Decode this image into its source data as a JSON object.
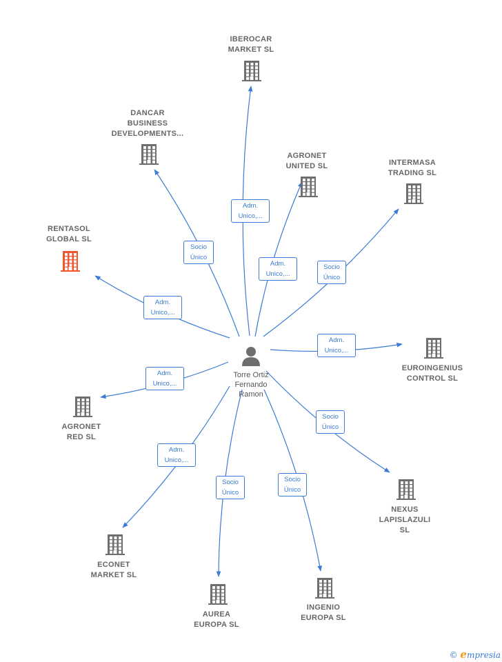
{
  "colors": {
    "edge": "#3a7bd5",
    "building": "#6e6e6e",
    "building_highlight": "#f0552b",
    "label": "#666666"
  },
  "center": {
    "name_lines": [
      "Torre Ortiz",
      "Fernando",
      "Ramon"
    ],
    "icon": "person-icon"
  },
  "companies": [
    {
      "id": "iberocar",
      "lines": [
        "IBEROCAR",
        "MARKET  SL"
      ],
      "highlight": false
    },
    {
      "id": "dancar",
      "lines": [
        "DANCAR",
        "BUSINESS",
        "DEVELOPMENTS..."
      ],
      "highlight": false
    },
    {
      "id": "agronet-united",
      "lines": [
        "AGRONET",
        "UNITED  SL"
      ],
      "highlight": false
    },
    {
      "id": "intermasa",
      "lines": [
        "INTERMASA",
        "TRADING  SL"
      ],
      "highlight": false
    },
    {
      "id": "rentasol",
      "lines": [
        "RENTASOL",
        "GLOBAL  SL"
      ],
      "highlight": true
    },
    {
      "id": "euroingenius",
      "lines": [
        "EUROINGENIUS",
        "CONTROL  SL"
      ],
      "highlight": false
    },
    {
      "id": "agronet-red",
      "lines": [
        "AGRONET",
        "RED  SL"
      ],
      "highlight": false
    },
    {
      "id": "nexus",
      "lines": [
        "NEXUS",
        "LAPISLAZULI",
        "SL"
      ],
      "highlight": false
    },
    {
      "id": "econet",
      "lines": [
        "ECONET",
        "MARKET  SL"
      ],
      "highlight": false
    },
    {
      "id": "aurea",
      "lines": [
        "AUREA",
        "EUROPA  SL"
      ],
      "highlight": false
    },
    {
      "id": "ingenio",
      "lines": [
        "INGENIO",
        "EUROPA  SL"
      ],
      "highlight": false
    }
  ],
  "relations": [
    {
      "to": "iberocar",
      "lines": [
        "Adm.",
        "Unico,..."
      ]
    },
    {
      "to": "dancar",
      "lines": [
        "Socio",
        "Único"
      ]
    },
    {
      "to": "agronet-united",
      "lines": [
        "Adm.",
        "Unico,..."
      ]
    },
    {
      "to": "intermasa",
      "lines": [
        "Socio",
        "Único"
      ]
    },
    {
      "to": "rentasol",
      "lines": [
        "Adm.",
        "Unico,..."
      ]
    },
    {
      "to": "euroingenius",
      "lines": [
        "Adm.",
        "Unico,..."
      ]
    },
    {
      "to": "agronet-red",
      "lines": [
        "Adm.",
        "Unico,..."
      ]
    },
    {
      "to": "nexus",
      "lines": [
        "Socio",
        "Único"
      ]
    },
    {
      "to": "econet",
      "lines": [
        "Adm.",
        "Unico,..."
      ]
    },
    {
      "to": "aurea",
      "lines": [
        "Socio",
        "Único"
      ]
    },
    {
      "to": "ingenio",
      "lines": [
        "Socio",
        "Único"
      ]
    }
  ],
  "footer": {
    "copyright": "©",
    "brand_initial": "e",
    "brand_rest": "mpresia"
  }
}
